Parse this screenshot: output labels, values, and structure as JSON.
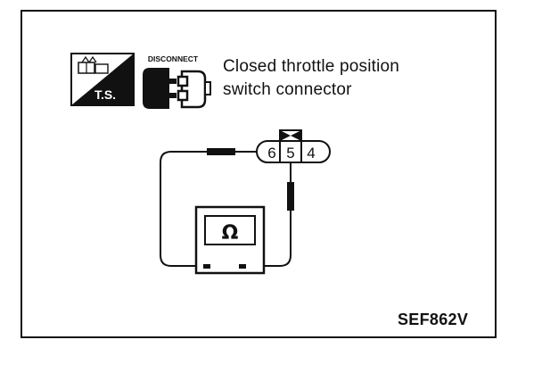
{
  "icons": {
    "test_icon": {
      "name": "test-symbol-icon",
      "label": "T.S."
    },
    "disconnect_icon": {
      "name": "disconnect-connector-icon",
      "label": "DISCONNECT"
    }
  },
  "caption": {
    "line1": "Closed throttle position",
    "line2": "switch connector"
  },
  "connector": {
    "terminals": [
      "6",
      "5",
      "4"
    ]
  },
  "meter": {
    "icon": "ohmmeter-icon",
    "symbol": "Ω"
  },
  "figure_code": "SEF862V",
  "colors": {
    "ink": "#111111",
    "background": "#ffffff"
  }
}
